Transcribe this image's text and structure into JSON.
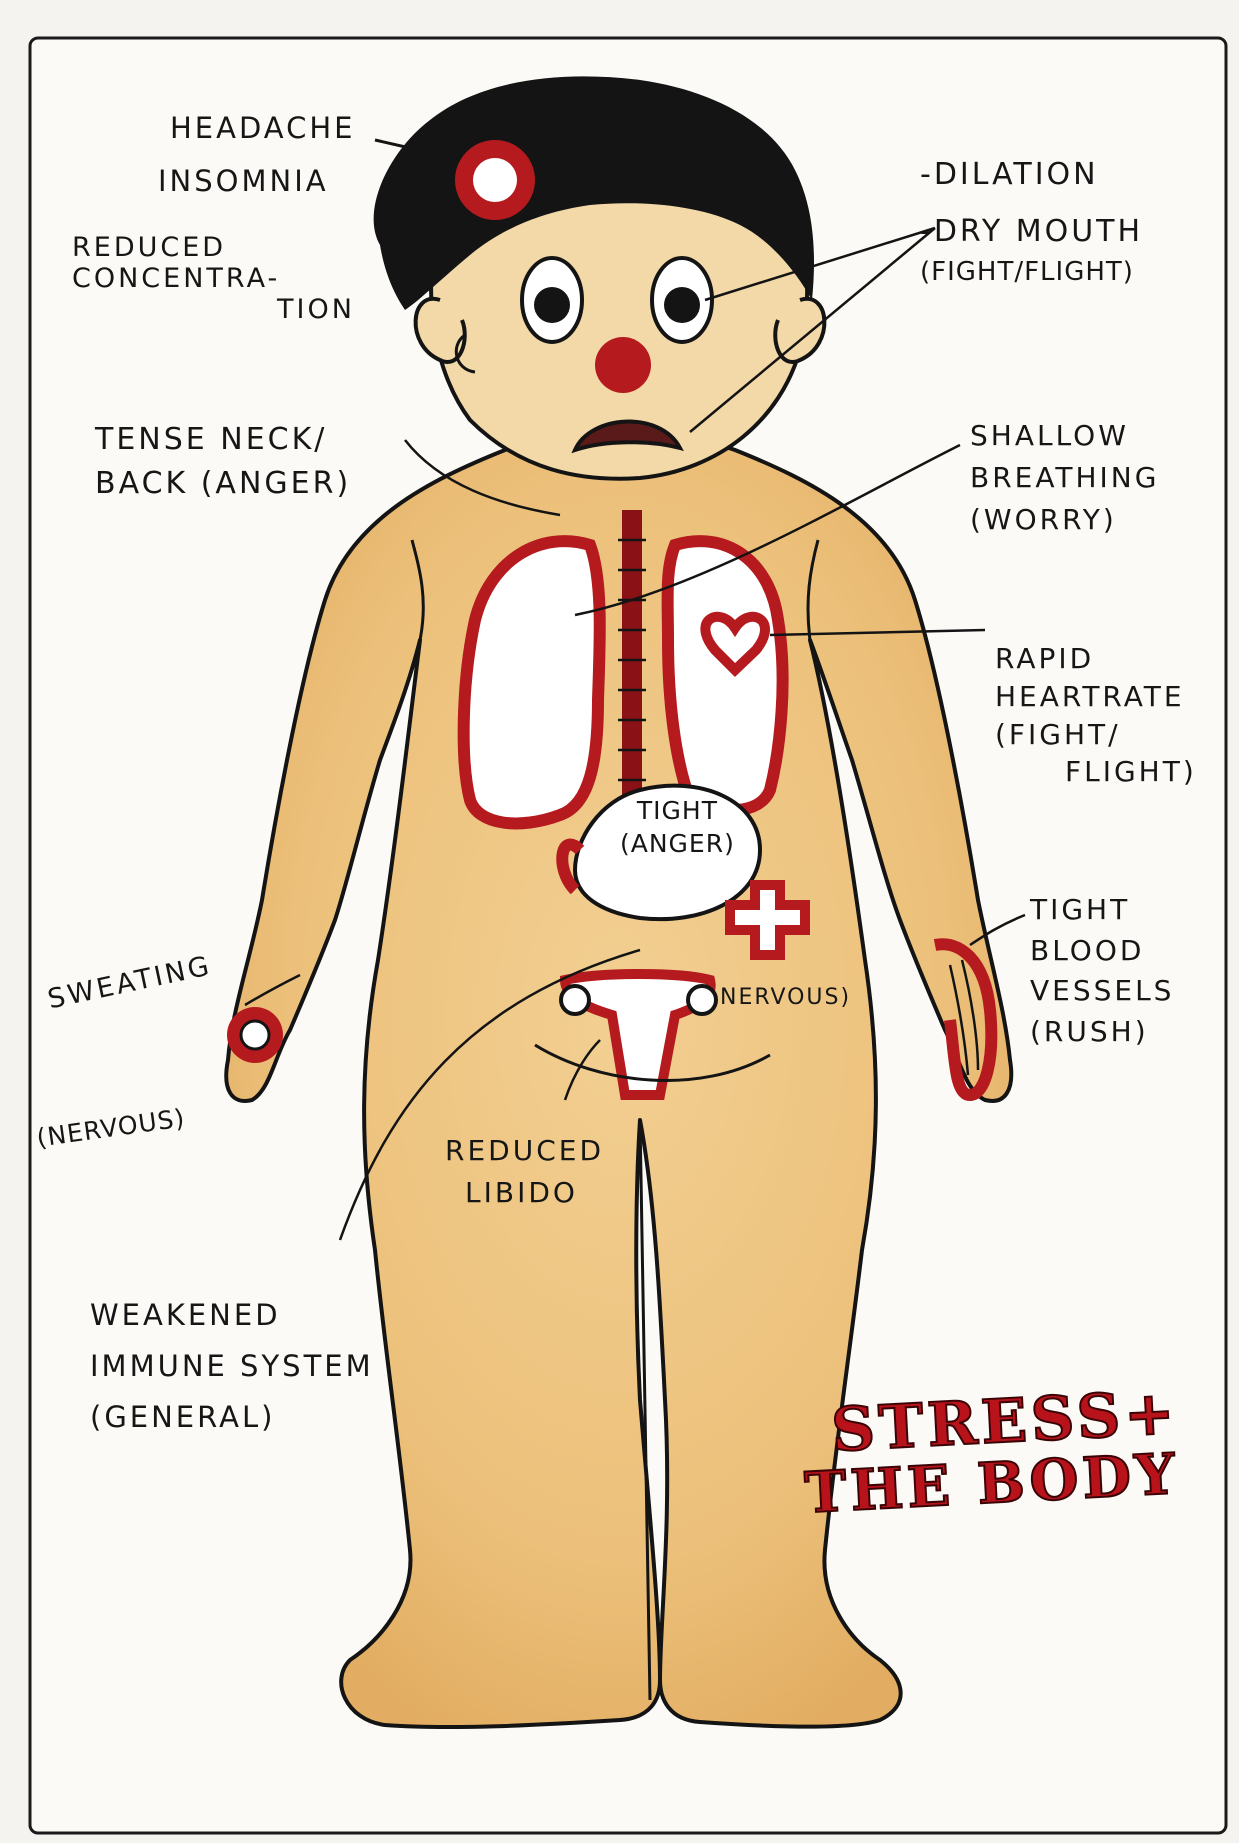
{
  "title": {
    "line1": "STRESS+",
    "line2": "THE BODY"
  },
  "labels": {
    "headache": "HEADACHE",
    "insomnia": "INSOMNIA",
    "concentration": {
      "line1": "REDUCED",
      "line2": "CONCENTRA-",
      "line3": "TION"
    },
    "dilation": "-DILATION",
    "dry_mouth": {
      "line1": "-DRY MOUTH",
      "line2": "(FIGHT/FLIGHT)"
    },
    "tense_neck": {
      "line1": "TENSE NECK/",
      "line2": "BACK (ANGER)"
    },
    "shallow_breathing": {
      "line1": "SHALLOW",
      "line2": "BREATHING",
      "line3": "(WORRY)"
    },
    "rapid_heartrate": {
      "line1": "RAPID",
      "line2": "HEARTRATE",
      "line3": "(FIGHT/",
      "line4": "FLIGHT)"
    },
    "stomach": {
      "line1": "TIGHT",
      "line2": "(ANGER)"
    },
    "nervous_gut": "NERVOUS)",
    "tight_vessels": {
      "line1": "TIGHT",
      "line2": "BLOOD",
      "line3": "VESSELS",
      "line4": "(RUSH)"
    },
    "sweating": "SWEATING",
    "nervous_hand": "(NERVOUS)",
    "reduced_libido": {
      "line1": "REDUCED",
      "line2": "LIBIDO"
    },
    "immune": {
      "line1": "WEAKENED",
      "line2": "IMMUNE SYSTEM",
      "line3": "(GENERAL)"
    }
  },
  "colors": {
    "skin": "#ecc27e",
    "organ_red": "#b51a1f",
    "hair": "#141414",
    "ink": "#161616",
    "paper": "#fbfaf6"
  }
}
